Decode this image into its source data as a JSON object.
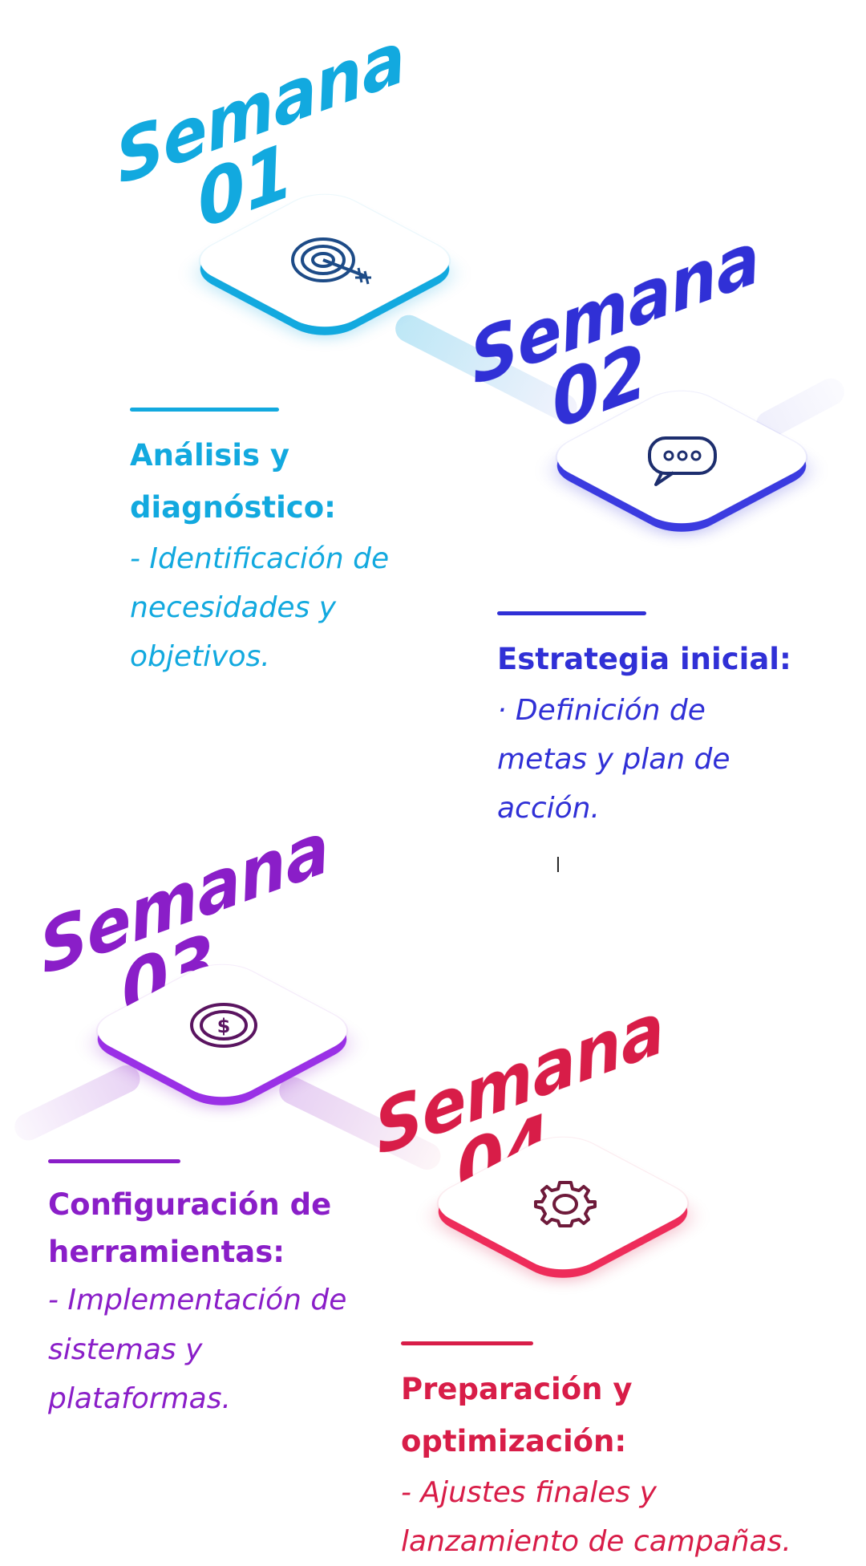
{
  "colors": {
    "week1": "#12a9df",
    "week2": "#3030d6",
    "week3": "#8a1ec8",
    "week4": "#d81d48"
  },
  "weeks": [
    {
      "word": "Semana",
      "number": "01",
      "icon": "target-icon",
      "heading": "Análisis y diagnóstico:",
      "text": "- Identificación de necesidades y objetivos."
    },
    {
      "word": "Semana",
      "number": "02",
      "icon": "chat-bubble-icon",
      "heading": "Estrategia inicial:",
      "text": "· Definición de metas y plan de acción."
    },
    {
      "word": "Semana",
      "number": "03",
      "icon": "dollar-coin-icon",
      "heading": "Configuración de herramientas:",
      "text": "- Implementación de sistemas y plataformas."
    },
    {
      "word": "Semana",
      "number": "04",
      "icon": "gear-icon",
      "heading": "Preparación y optimización:",
      "text": "- Ajustes finales y lanzamiento de campañas."
    }
  ],
  "stray_mark": "ꟾ"
}
